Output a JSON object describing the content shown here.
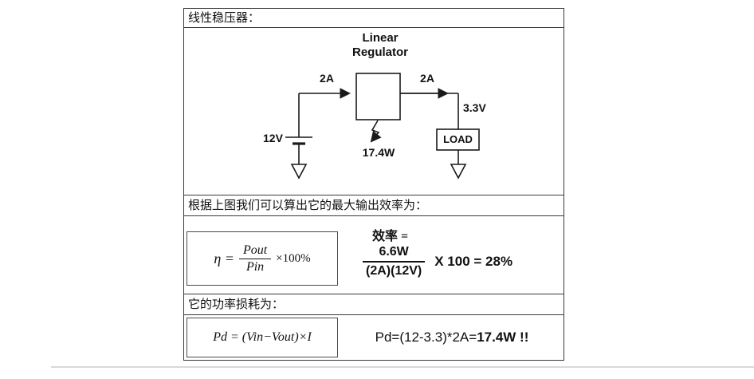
{
  "table": {
    "title": "线性稳压器：",
    "caption_efficiency": "根据上图我们可以算出它的最大输出效率为：",
    "caption_power": "它的功率损耗为："
  },
  "diagram": {
    "regulator_line1": "Linear",
    "regulator_line2": "Regulator",
    "input_current": "2A",
    "output_current": "2A",
    "input_voltage": "12V",
    "output_voltage": "3.3V",
    "dissipation": "17.4W",
    "load": "LOAD"
  },
  "efficiency": {
    "formula": {
      "lhs": "η =",
      "num": "Pout",
      "den": "Pin",
      "suffix": "×100%"
    },
    "calc": {
      "label": "效率 =",
      "num": "6.6W",
      "den": "(2A)(12V)",
      "suffix": "X 100 = 28%"
    }
  },
  "power": {
    "formula": "Pd = (Vin−Vout)×I",
    "calc_prefix": "Pd=(12-3.3)*2A=",
    "calc_result": "17.4W !!"
  }
}
